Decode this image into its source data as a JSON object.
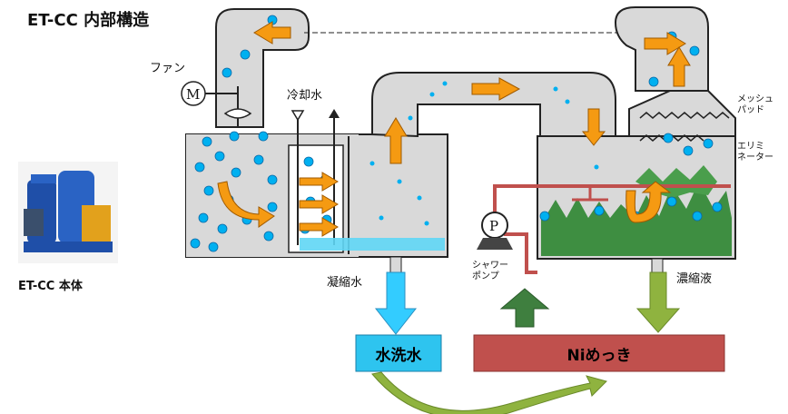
{
  "title": "ET-CC  内部構造",
  "labels": {
    "fan": "ファン",
    "motor": "M",
    "cooling_water": "冷却水",
    "mesh_pad": "メッシュ\nパッド",
    "eliminator": "エリミ\nネーター",
    "pump": "P",
    "shower_pump": "シャワー\nポンプ",
    "condensate": "凝縮水",
    "concentrate": "濃縮液",
    "body": "ET-CC 本体"
  },
  "boxes": {
    "rinse_water": "水洗水",
    "ni_plating": "Niめっき"
  },
  "colors": {
    "gray_fill": "#d9d9d9",
    "water_blue": "#00b0f0",
    "flow_orange": "#f59a12",
    "pipe_red": "#c0504d",
    "green_foliage": "#3e8e41",
    "cyan_arrow": "#33ccff",
    "green_arrow": "#3f7f3f",
    "olive_arrow": "#8fb33f",
    "rinse_box": "#2ec4ef",
    "ni_box": "#c0504d"
  }
}
